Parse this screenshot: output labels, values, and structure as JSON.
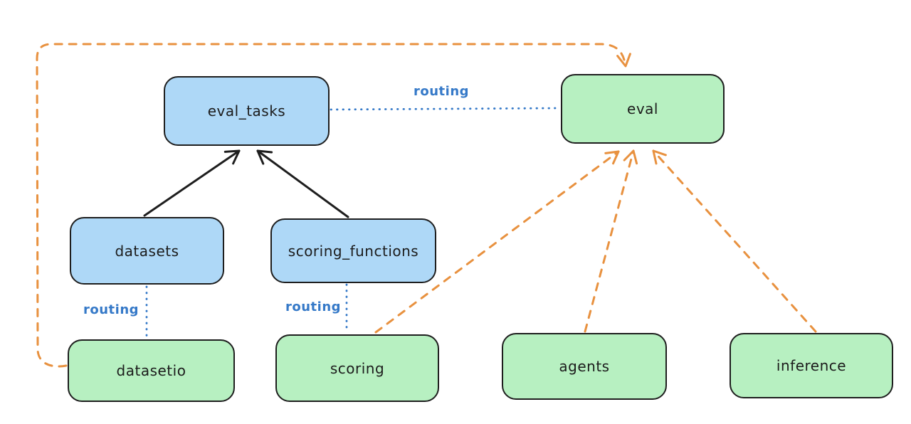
{
  "diagram": {
    "nodes": [
      {
        "id": "eval_tasks",
        "label": "eval_tasks",
        "fill": "blue"
      },
      {
        "id": "eval",
        "label": "eval",
        "fill": "green"
      },
      {
        "id": "datasets",
        "label": "datasets",
        "fill": "blue"
      },
      {
        "id": "scoring_functions",
        "label": "scoring_functions",
        "fill": "blue"
      },
      {
        "id": "datasetio",
        "label": "datasetio",
        "fill": "green"
      },
      {
        "id": "scoring",
        "label": "scoring",
        "fill": "green"
      },
      {
        "id": "agents",
        "label": "agents",
        "fill": "green"
      },
      {
        "id": "inference",
        "label": "inference",
        "fill": "green"
      }
    ],
    "edges": [
      {
        "from": "datasets",
        "to": "eval_tasks",
        "style": "solid",
        "color": "black",
        "arrow": true,
        "label": ""
      },
      {
        "from": "scoring_functions",
        "to": "eval_tasks",
        "style": "solid",
        "color": "black",
        "arrow": true,
        "label": ""
      },
      {
        "from": "eval_tasks",
        "to": "eval",
        "style": "dotted",
        "color": "blue",
        "arrow": false,
        "label": "routing"
      },
      {
        "from": "datasets",
        "to": "datasetio",
        "style": "dotted",
        "color": "blue",
        "arrow": false,
        "label": "routing"
      },
      {
        "from": "scoring_functions",
        "to": "scoring",
        "style": "dotted",
        "color": "blue",
        "arrow": false,
        "label": "routing"
      },
      {
        "from": "datasetio",
        "to": "eval",
        "style": "dashed",
        "color": "orange",
        "arrow": true,
        "label": ""
      },
      {
        "from": "scoring",
        "to": "eval",
        "style": "dashed",
        "color": "orange",
        "arrow": true,
        "label": ""
      },
      {
        "from": "agents",
        "to": "eval",
        "style": "dashed",
        "color": "orange",
        "arrow": true,
        "label": ""
      },
      {
        "from": "inference",
        "to": "eval",
        "style": "dashed",
        "color": "orange",
        "arrow": true,
        "label": ""
      }
    ],
    "colors": {
      "blue_fill": "#aed8f7",
      "green_fill": "#b7f0c1",
      "stroke_dark": "#1e1e1e",
      "orange": "#e8913f",
      "blue_line": "#3579c8",
      "canvas_bg": "#ffffff"
    }
  }
}
